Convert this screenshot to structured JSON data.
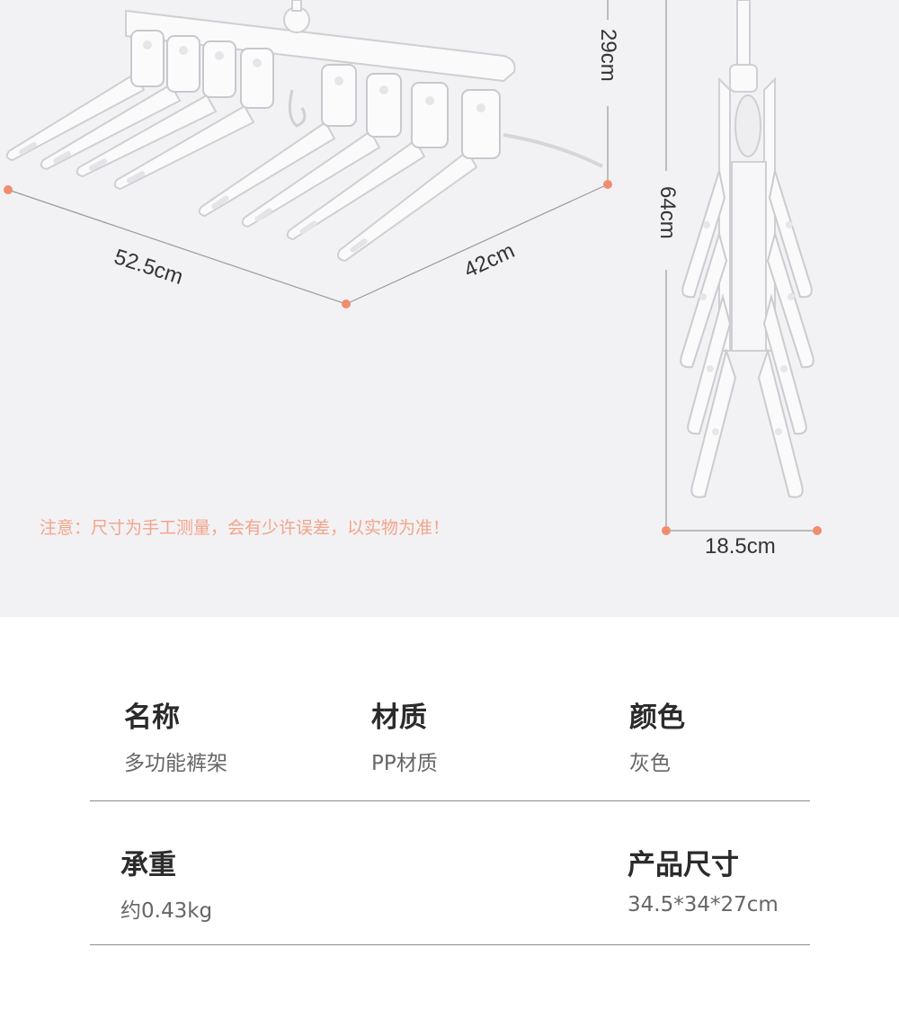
{
  "dimensions": {
    "width_label": "52.5cm",
    "depth_label": "42cm",
    "height_label": "29cm",
    "folded_height_label": "64cm",
    "folded_width_label": "18.5cm"
  },
  "note": "注意：尺寸为手工测量，会有少许误差，以实物为准！",
  "colors": {
    "background": "#f2f2f4",
    "dimension_dot": "#f08d6e",
    "note_text": "#f3a48a",
    "hanger_fill": "#fafafa",
    "hanger_stroke": "#d2d2d6"
  },
  "specs": [
    {
      "title": "名称",
      "value": "多功能裤架"
    },
    {
      "title": "材质",
      "value": "PP材质"
    },
    {
      "title": "颜色",
      "value": "灰色"
    },
    {
      "title": "承重",
      "value": "约0.43kg"
    },
    {
      "title": "产品尺寸",
      "value": "34.5*34*27cm"
    }
  ]
}
